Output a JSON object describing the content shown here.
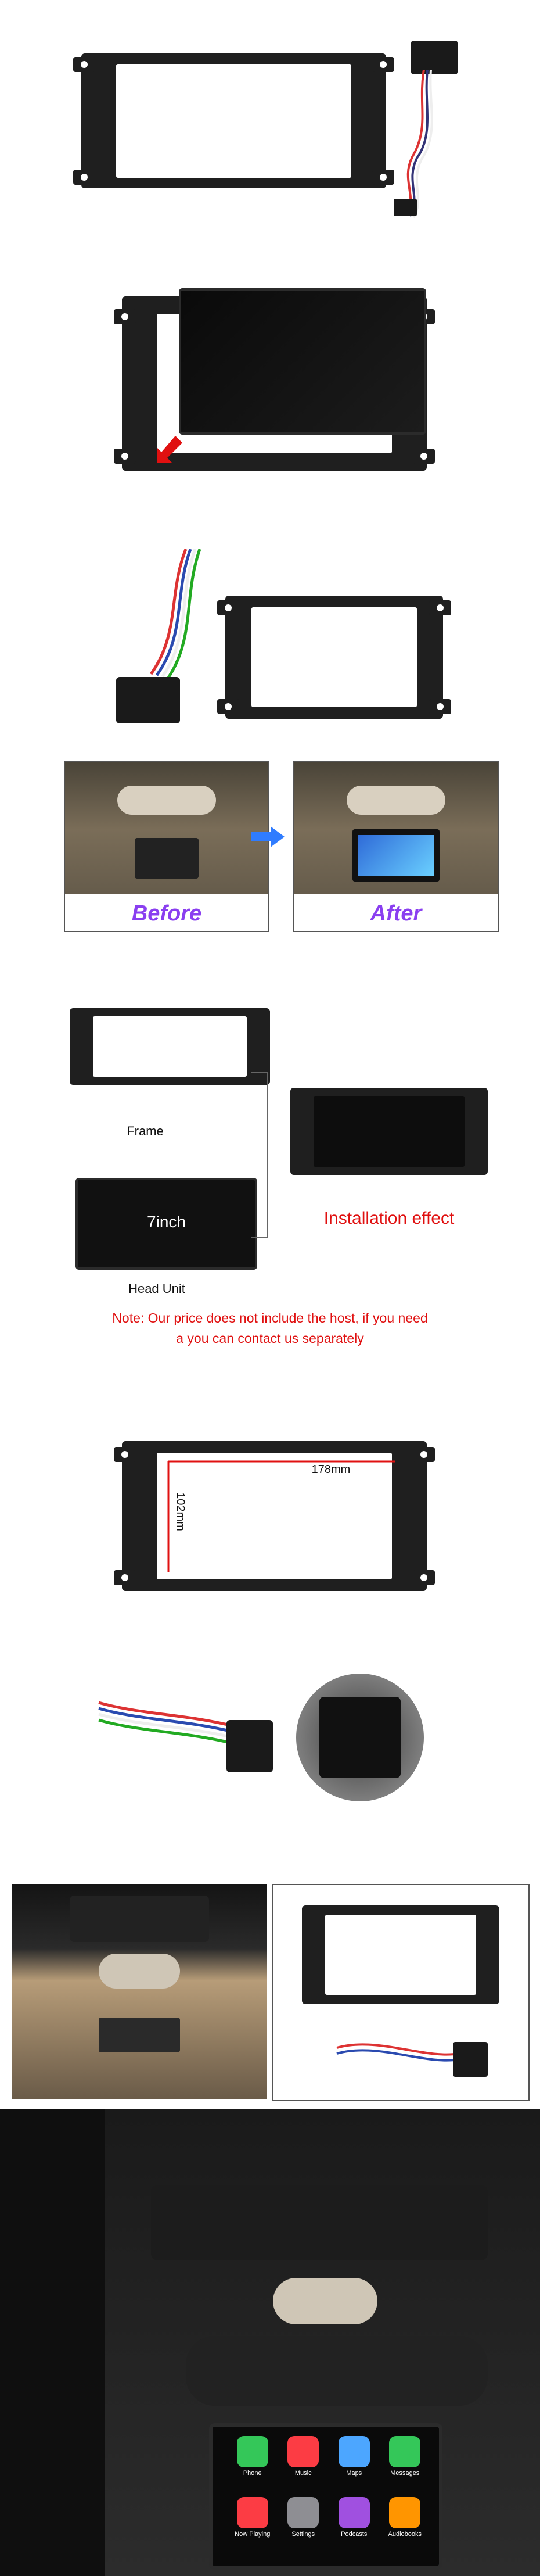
{
  "comparison": {
    "before_label": "Before",
    "after_label": "After"
  },
  "diagram": {
    "frame_label": "Frame",
    "head_unit_screen_text": "7inch",
    "head_unit_label": "Head Unit",
    "installation_label": "Installation effect",
    "note_line1": "Note: Our price does not include the host, if you need",
    "note_line2": "a you can contact us separately"
  },
  "dimensions": {
    "width_label": "178mm",
    "height_label": "102mm"
  },
  "carplay": {
    "apps": [
      "Phone",
      "Music",
      "Maps",
      "Messages",
      "Now Playing",
      "Settings",
      "Podcasts",
      "Audiobooks"
    ],
    "app_colors": [
      "#34c759",
      "#fc3c44",
      "#4ca6ff",
      "#34c759",
      "#fc3c44",
      "#8e8e93",
      "#a050e0",
      "#ff9500"
    ]
  },
  "colors": {
    "frame": "#1f1f1f",
    "accent_red": "#e01010",
    "before_after_purple": "#8a3ff0",
    "arrow_blue": "#2f7cff"
  }
}
